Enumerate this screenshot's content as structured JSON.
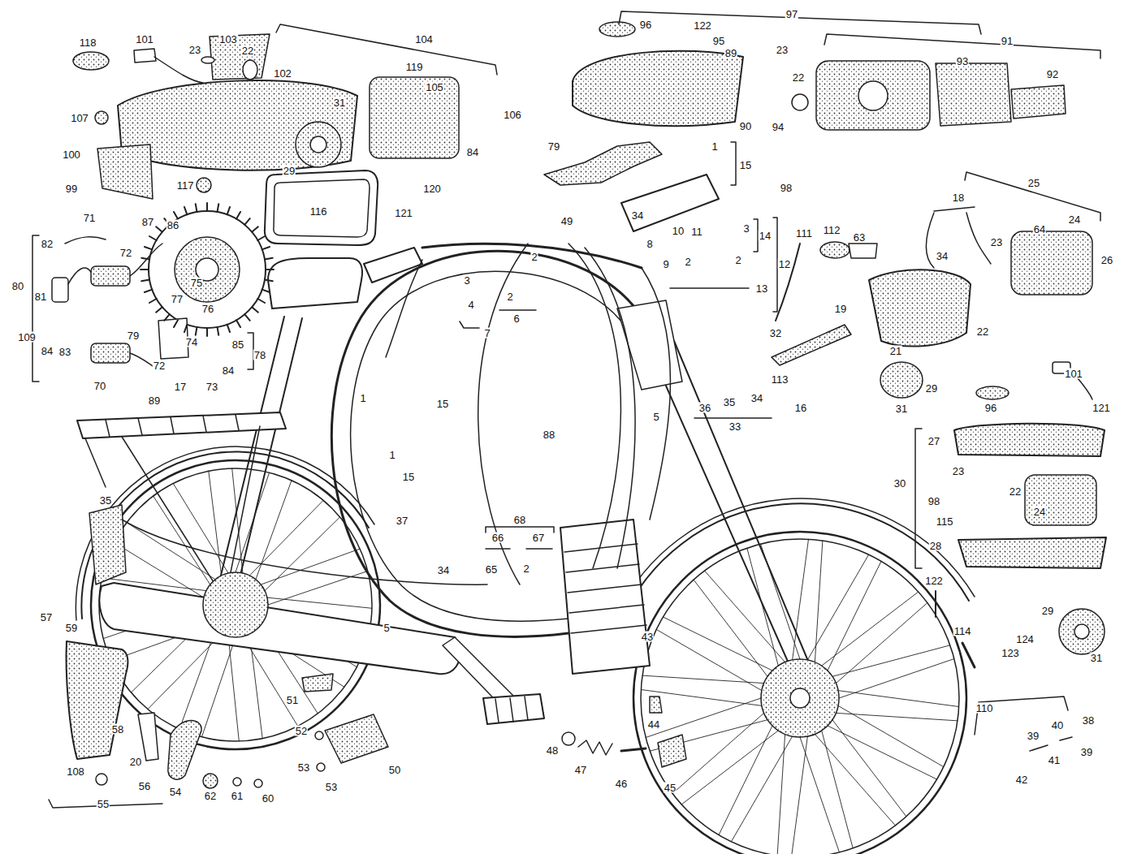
{
  "diagram": {
    "labels": [
      "118",
      "101",
      "103",
      "23",
      "22",
      "104",
      "119",
      "105",
      "102",
      "107",
      "31",
      "106",
      "100",
      "29",
      "84",
      "99",
      "117",
      "116",
      "120",
      "121",
      "71",
      "87",
      "86",
      "82",
      "72",
      "80",
      "81",
      "75",
      "76",
      "77",
      "109",
      "79",
      "84",
      "83",
      "74",
      "85",
      "78",
      "72",
      "17",
      "73",
      "84",
      "70",
      "89",
      "97",
      "96",
      "122",
      "95",
      "89",
      "23",
      "91",
      "93",
      "92",
      "22",
      "90",
      "94",
      "79",
      "1",
      "15",
      "98",
      "49",
      "34",
      "8",
      "10",
      "11",
      "3",
      "14",
      "12",
      "9",
      "2",
      "2",
      "13",
      "111",
      "112",
      "63",
      "18",
      "25",
      "24",
      "23",
      "64",
      "34",
      "26",
      "19",
      "32",
      "21",
      "22",
      "113",
      "29",
      "101",
      "31",
      "16",
      "96",
      "121",
      "35",
      "34",
      "36",
      "33",
      "2",
      "3",
      "4",
      "2",
      "6",
      "7",
      "1",
      "15",
      "1",
      "15",
      "88",
      "5",
      "35",
      "37",
      "68",
      "66",
      "67",
      "34",
      "65",
      "2",
      "5",
      "43",
      "27",
      "30",
      "23",
      "22",
      "24",
      "98",
      "115",
      "28",
      "122",
      "114",
      "29",
      "124",
      "123",
      "31",
      "110",
      "39",
      "40",
      "38",
      "39",
      "41",
      "42",
      "57",
      "59",
      "51",
      "58",
      "108",
      "20",
      "56",
      "55",
      "54",
      "62",
      "61",
      "60",
      "52",
      "53",
      "53",
      "50",
      "44",
      "48",
      "47",
      "46",
      "45"
    ]
  }
}
